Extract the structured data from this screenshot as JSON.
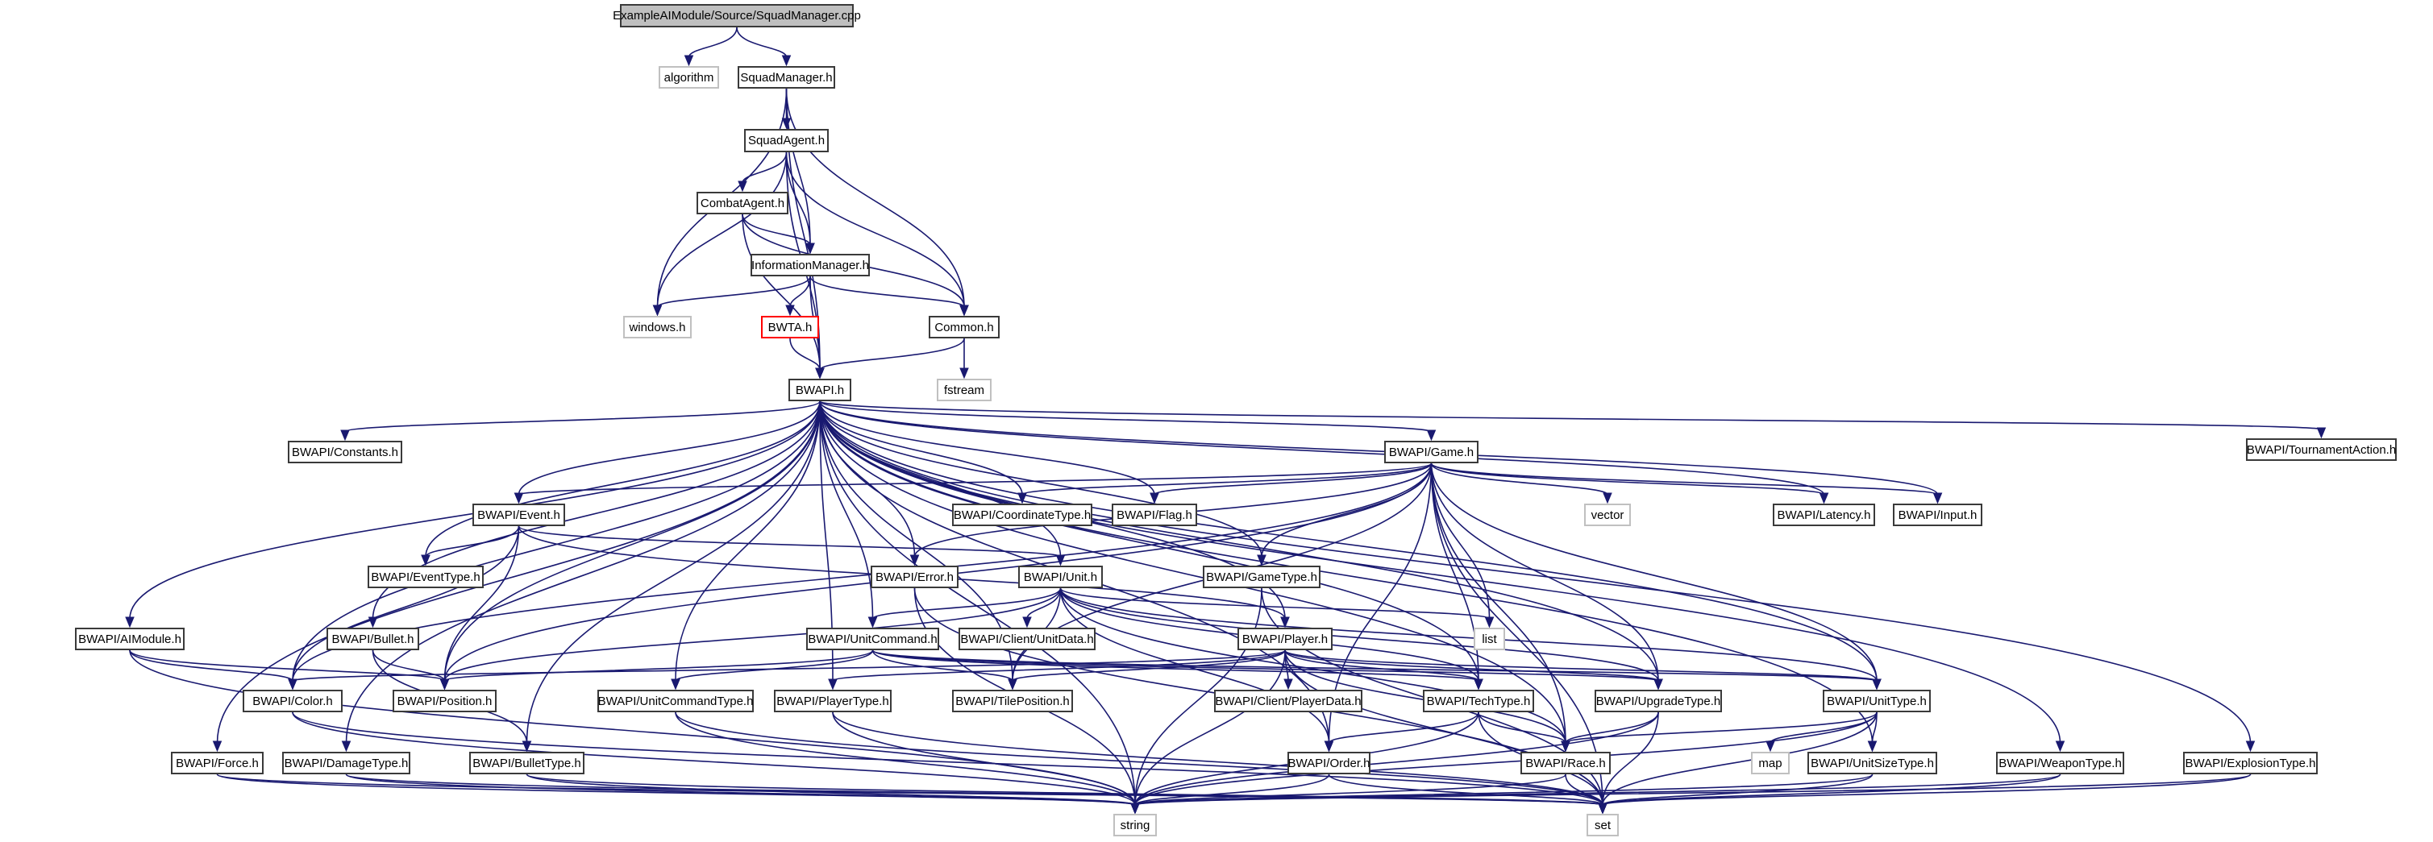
{
  "graph": {
    "title": "ExampleAIModule/Source/SquadManager.cpp",
    "edge_color": "#191970",
    "root_fill": "#bfbfbf",
    "missing_border": "#ff0000",
    "system_border": "#c0c0c0",
    "nodes": [
      {
        "id": "root",
        "label": "ExampleAIModule/Source/SquadManager.cpp",
        "kind": "root"
      },
      {
        "id": "algorithm",
        "label": "algorithm",
        "kind": "system"
      },
      {
        "id": "squadmanager_h",
        "label": "SquadManager.h",
        "kind": "file"
      },
      {
        "id": "squadagent_h",
        "label": "SquadAgent.h",
        "kind": "file"
      },
      {
        "id": "combatagent_h",
        "label": "CombatAgent.h",
        "kind": "file"
      },
      {
        "id": "informationmanager_h",
        "label": "InformationManager.h",
        "kind": "file"
      },
      {
        "id": "windows_h",
        "label": "windows.h",
        "kind": "system"
      },
      {
        "id": "bwta_h",
        "label": "BWTA.h",
        "kind": "missing"
      },
      {
        "id": "common_h",
        "label": "Common.h",
        "kind": "file"
      },
      {
        "id": "bwapi_h",
        "label": "BWAPI.h",
        "kind": "file"
      },
      {
        "id": "fstream",
        "label": "fstream",
        "kind": "system"
      },
      {
        "id": "constants_h",
        "label": "BWAPI/Constants.h",
        "kind": "file"
      },
      {
        "id": "game_h",
        "label": "BWAPI/Game.h",
        "kind": "file"
      },
      {
        "id": "tournamentaction_h",
        "label": "BWAPI/TournamentAction.h",
        "kind": "file"
      },
      {
        "id": "event_h",
        "label": "BWAPI/Event.h",
        "kind": "file"
      },
      {
        "id": "coordinatetype_h",
        "label": "BWAPI/CoordinateType.h",
        "kind": "file"
      },
      {
        "id": "flag_h",
        "label": "BWAPI/Flag.h",
        "kind": "file"
      },
      {
        "id": "vector",
        "label": "vector",
        "kind": "system"
      },
      {
        "id": "latency_h",
        "label": "BWAPI/Latency.h",
        "kind": "file"
      },
      {
        "id": "input_h",
        "label": "BWAPI/Input.h",
        "kind": "file"
      },
      {
        "id": "eventtype_h",
        "label": "BWAPI/EventType.h",
        "kind": "file"
      },
      {
        "id": "error_h",
        "label": "BWAPI/Error.h",
        "kind": "file"
      },
      {
        "id": "unit_h",
        "label": "BWAPI/Unit.h",
        "kind": "file"
      },
      {
        "id": "gametype_h",
        "label": "BWAPI/GameType.h",
        "kind": "file"
      },
      {
        "id": "aimodule_h",
        "label": "BWAPI/AIModule.h",
        "kind": "file"
      },
      {
        "id": "bullet_h",
        "label": "BWAPI/Bullet.h",
        "kind": "file"
      },
      {
        "id": "unitcommand_h",
        "label": "BWAPI/UnitCommand.h",
        "kind": "file"
      },
      {
        "id": "unitdata_h",
        "label": "BWAPI/Client/UnitData.h",
        "kind": "file"
      },
      {
        "id": "player_h",
        "label": "BWAPI/Player.h",
        "kind": "file"
      },
      {
        "id": "list",
        "label": "list",
        "kind": "system"
      },
      {
        "id": "color_h",
        "label": "BWAPI/Color.h",
        "kind": "file"
      },
      {
        "id": "position_h",
        "label": "BWAPI/Position.h",
        "kind": "file"
      },
      {
        "id": "unitcommandtype_h",
        "label": "BWAPI/UnitCommandType.h",
        "kind": "file"
      },
      {
        "id": "playertype_h",
        "label": "BWAPI/PlayerType.h",
        "kind": "file"
      },
      {
        "id": "tileposition_h",
        "label": "BWAPI/TilePosition.h",
        "kind": "file"
      },
      {
        "id": "playerdata_h",
        "label": "BWAPI/Client/PlayerData.h",
        "kind": "file"
      },
      {
        "id": "techtype_h",
        "label": "BWAPI/TechType.h",
        "kind": "file"
      },
      {
        "id": "upgradetype_h",
        "label": "BWAPI/UpgradeType.h",
        "kind": "file"
      },
      {
        "id": "unittype_h",
        "label": "BWAPI/UnitType.h",
        "kind": "file"
      },
      {
        "id": "force_h",
        "label": "BWAPI/Force.h",
        "kind": "file"
      },
      {
        "id": "damagetype_h",
        "label": "BWAPI/DamageType.h",
        "kind": "file"
      },
      {
        "id": "bullettype_h",
        "label": "BWAPI/BulletType.h",
        "kind": "file"
      },
      {
        "id": "order_h",
        "label": "BWAPI/Order.h",
        "kind": "file"
      },
      {
        "id": "race_h",
        "label": "BWAPI/Race.h",
        "kind": "file"
      },
      {
        "id": "map",
        "label": "map",
        "kind": "system"
      },
      {
        "id": "unitsizetype_h",
        "label": "BWAPI/UnitSizeType.h",
        "kind": "file"
      },
      {
        "id": "weapontype_h",
        "label": "BWAPI/WeaponType.h",
        "kind": "file"
      },
      {
        "id": "explosiontype_h",
        "label": "BWAPI/ExplosionType.h",
        "kind": "file"
      },
      {
        "id": "string",
        "label": "string",
        "kind": "system"
      },
      {
        "id": "set",
        "label": "set",
        "kind": "system"
      }
    ],
    "edges": [
      [
        "root",
        "algorithm"
      ],
      [
        "root",
        "squadmanager_h"
      ],
      [
        "squadmanager_h",
        "squadagent_h"
      ],
      [
        "squadmanager_h",
        "informationmanager_h"
      ],
      [
        "squadmanager_h",
        "common_h"
      ],
      [
        "squadmanager_h",
        "windows_h"
      ],
      [
        "squadmanager_h",
        "bwapi_h"
      ],
      [
        "squadagent_h",
        "combatagent_h"
      ],
      [
        "squadagent_h",
        "informationmanager_h"
      ],
      [
        "squadagent_h",
        "common_h"
      ],
      [
        "squadagent_h",
        "windows_h"
      ],
      [
        "squadagent_h",
        "bwapi_h"
      ],
      [
        "combatagent_h",
        "informationmanager_h"
      ],
      [
        "combatagent_h",
        "common_h"
      ],
      [
        "combatagent_h",
        "bwapi_h"
      ],
      [
        "informationmanager_h",
        "windows_h"
      ],
      [
        "informationmanager_h",
        "bwta_h"
      ],
      [
        "informationmanager_h",
        "bwapi_h"
      ],
      [
        "informationmanager_h",
        "common_h"
      ],
      [
        "bwta_h",
        "bwapi_h"
      ],
      [
        "common_h",
        "bwapi_h"
      ],
      [
        "common_h",
        "fstream"
      ],
      [
        "bwapi_h",
        "constants_h"
      ],
      [
        "bwapi_h",
        "game_h"
      ],
      [
        "bwapi_h",
        "tournamentaction_h"
      ],
      [
        "bwapi_h",
        "event_h"
      ],
      [
        "bwapi_h",
        "coordinatetype_h"
      ],
      [
        "bwapi_h",
        "flag_h"
      ],
      [
        "bwapi_h",
        "latency_h"
      ],
      [
        "bwapi_h",
        "input_h"
      ],
      [
        "bwapi_h",
        "eventtype_h"
      ],
      [
        "bwapi_h",
        "error_h"
      ],
      [
        "bwapi_h",
        "unit_h"
      ],
      [
        "bwapi_h",
        "gametype_h"
      ],
      [
        "bwapi_h",
        "aimodule_h"
      ],
      [
        "bwapi_h",
        "bullet_h"
      ],
      [
        "bwapi_h",
        "unitcommand_h"
      ],
      [
        "bwapi_h",
        "player_h"
      ],
      [
        "bwapi_h",
        "color_h"
      ],
      [
        "bwapi_h",
        "position_h"
      ],
      [
        "bwapi_h",
        "unitcommandtype_h"
      ],
      [
        "bwapi_h",
        "playertype_h"
      ],
      [
        "bwapi_h",
        "tileposition_h"
      ],
      [
        "bwapi_h",
        "techtype_h"
      ],
      [
        "bwapi_h",
        "upgradetype_h"
      ],
      [
        "bwapi_h",
        "unittype_h"
      ],
      [
        "bwapi_h",
        "force_h"
      ],
      [
        "bwapi_h",
        "damagetype_h"
      ],
      [
        "bwapi_h",
        "bullettype_h"
      ],
      [
        "bwapi_h",
        "order_h"
      ],
      [
        "bwapi_h",
        "race_h"
      ],
      [
        "bwapi_h",
        "unitsizetype_h"
      ],
      [
        "bwapi_h",
        "weapontype_h"
      ],
      [
        "bwapi_h",
        "explosiontype_h"
      ],
      [
        "bwapi_h",
        "string"
      ],
      [
        "game_h",
        "event_h"
      ],
      [
        "game_h",
        "coordinatetype_h"
      ],
      [
        "game_h",
        "flag_h"
      ],
      [
        "game_h",
        "vector"
      ],
      [
        "game_h",
        "latency_h"
      ],
      [
        "game_h",
        "input_h"
      ],
      [
        "game_h",
        "error_h"
      ],
      [
        "game_h",
        "gametype_h"
      ],
      [
        "game_h",
        "list"
      ],
      [
        "game_h",
        "color_h"
      ],
      [
        "game_h",
        "position_h"
      ],
      [
        "game_h",
        "tileposition_h"
      ],
      [
        "game_h",
        "techtype_h"
      ],
      [
        "game_h",
        "upgradetype_h"
      ],
      [
        "game_h",
        "unittype_h"
      ],
      [
        "game_h",
        "order_h"
      ],
      [
        "game_h",
        "race_h"
      ],
      [
        "game_h",
        "set"
      ],
      [
        "event_h",
        "eventtype_h"
      ],
      [
        "event_h",
        "position_h"
      ],
      [
        "event_h",
        "unit_h"
      ],
      [
        "event_h",
        "player_h"
      ],
      [
        "event_h",
        "color_h"
      ],
      [
        "error_h",
        "string"
      ],
      [
        "error_h",
        "set"
      ],
      [
        "unit_h",
        "unitcommand_h"
      ],
      [
        "unit_h",
        "unitdata_h"
      ],
      [
        "unit_h",
        "list"
      ],
      [
        "unit_h",
        "position_h"
      ],
      [
        "unit_h",
        "tileposition_h"
      ],
      [
        "unit_h",
        "order_h"
      ],
      [
        "unit_h",
        "techtype_h"
      ],
      [
        "unit_h",
        "upgradetype_h"
      ],
      [
        "unit_h",
        "unittype_h"
      ],
      [
        "unit_h",
        "race_h"
      ],
      [
        "gametype_h",
        "string"
      ],
      [
        "gametype_h",
        "set"
      ],
      [
        "aimodule_h",
        "color_h"
      ],
      [
        "aimodule_h",
        "position_h"
      ],
      [
        "aimodule_h",
        "string"
      ],
      [
        "bullet_h",
        "position_h"
      ],
      [
        "bullet_h",
        "bullettype_h"
      ],
      [
        "unitcommand_h",
        "unitcommandtype_h"
      ],
      [
        "unitcommand_h",
        "tileposition_h"
      ],
      [
        "unitcommand_h",
        "position_h"
      ],
      [
        "unitcommand_h",
        "techtype_h"
      ],
      [
        "unitcommand_h",
        "upgradetype_h"
      ],
      [
        "unitcommand_h",
        "unittype_h"
      ],
      [
        "player_h",
        "playertype_h"
      ],
      [
        "player_h",
        "tileposition_h"
      ],
      [
        "player_h",
        "playerdata_h"
      ],
      [
        "player_h",
        "color_h"
      ],
      [
        "player_h",
        "techtype_h"
      ],
      [
        "player_h",
        "upgradetype_h"
      ],
      [
        "player_h",
        "unittype_h"
      ],
      [
        "player_h",
        "race_h"
      ],
      [
        "player_h",
        "string"
      ],
      [
        "player_h",
        "set"
      ],
      [
        "color_h",
        "string"
      ],
      [
        "color_h",
        "set"
      ],
      [
        "unitcommandtype_h",
        "string"
      ],
      [
        "unitcommandtype_h",
        "set"
      ],
      [
        "playertype_h",
        "string"
      ],
      [
        "playertype_h",
        "set"
      ],
      [
        "techtype_h",
        "order_h"
      ],
      [
        "techtype_h",
        "race_h"
      ],
      [
        "techtype_h",
        "string"
      ],
      [
        "techtype_h",
        "set"
      ],
      [
        "upgradetype_h",
        "race_h"
      ],
      [
        "upgradetype_h",
        "string"
      ],
      [
        "upgradetype_h",
        "set"
      ],
      [
        "unittype_h",
        "race_h"
      ],
      [
        "unittype_h",
        "map"
      ],
      [
        "unittype_h",
        "unitsizetype_h"
      ],
      [
        "unittype_h",
        "string"
      ],
      [
        "unittype_h",
        "set"
      ],
      [
        "force_h",
        "string"
      ],
      [
        "force_h",
        "set"
      ],
      [
        "damagetype_h",
        "string"
      ],
      [
        "damagetype_h",
        "set"
      ],
      [
        "bullettype_h",
        "string"
      ],
      [
        "bullettype_h",
        "set"
      ],
      [
        "order_h",
        "string"
      ],
      [
        "order_h",
        "set"
      ],
      [
        "race_h",
        "string"
      ],
      [
        "race_h",
        "set"
      ],
      [
        "unitsizetype_h",
        "string"
      ],
      [
        "unitsizetype_h",
        "set"
      ],
      [
        "weapontype_h",
        "string"
      ],
      [
        "weapontype_h",
        "set"
      ],
      [
        "explosiontype_h",
        "string"
      ],
      [
        "explosiontype_h",
        "set"
      ]
    ]
  }
}
